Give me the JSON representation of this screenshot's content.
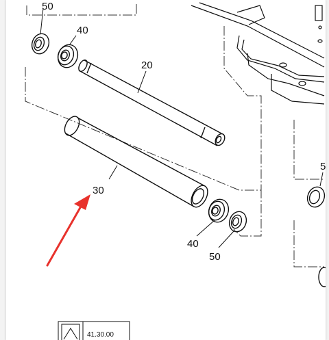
{
  "diagram": {
    "part_labels": {
      "seal_top": "50",
      "bearing_top": "40",
      "shaft": "20",
      "roller": "30",
      "bearing_bottom": "40",
      "seal_bottom": "50",
      "right_partial": "5"
    },
    "footer_ref": "41.30.00"
  },
  "colors": {
    "line": "#111111",
    "dash": "#333333",
    "arrow": "#e8322c",
    "background": "#ffffff"
  }
}
